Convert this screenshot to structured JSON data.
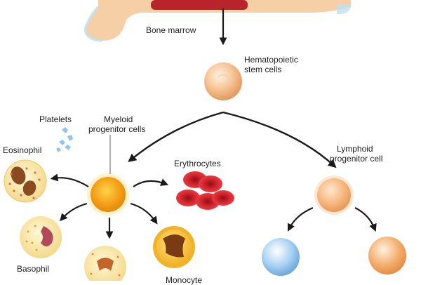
{
  "labels": {
    "bone_marrow": "Bone marrow",
    "hsc_line1": "Hematopoietic",
    "hsc_line2": "stem cells",
    "platelets": "Platelets",
    "myeloid_line1": "Myeloid",
    "myeloid_line2": "progenitor cells",
    "eosinophil": "Eosinophil",
    "erythrocytes": "Erythrocytes",
    "lymphoid_line1": "Lymphoid",
    "lymphoid_line2": "progenitor cell",
    "basophil": "Basophil",
    "monocyte_partial": "Monocyte"
  },
  "colors": {
    "skin": "#f6cfa6",
    "marrow": "#b8242a",
    "arrow": "#1a1a1a",
    "stem_cell": "#f4b886",
    "myeloid_cell": "#f2a21b",
    "erythrocyte": "#d7262f",
    "platelet": "#8fc5ea",
    "lymphoid_cell": "#f3b37c",
    "lymph_blue": "#9cc9ee",
    "lymph_orange": "#f2aa6a"
  },
  "icons": [
    "arm-bone",
    "stem-cell",
    "myeloid-cell",
    "lymphoid-cell",
    "eosinophil",
    "basophil",
    "neutrophil",
    "monocyte",
    "erythrocytes",
    "platelets"
  ]
}
